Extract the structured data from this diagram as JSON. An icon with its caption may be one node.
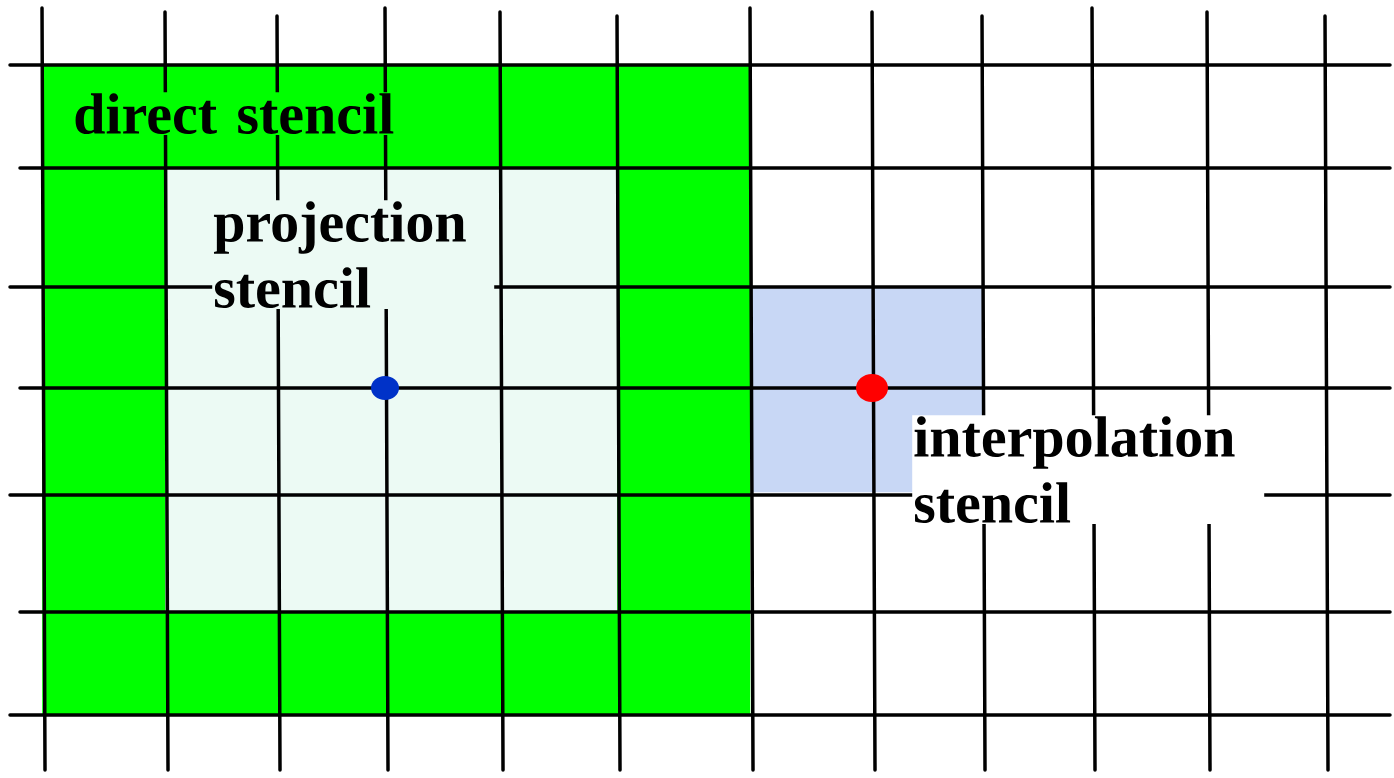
{
  "diagram": {
    "nodes": [
      {
        "text": [
          "direct stencil"
        ]
      },
      {
        "text": [
          "projection stencil"
        ],
        "in": 0
      },
      {
        "text": [
          "interpolation stencil"
        ]
      }
    ]
  }
}
